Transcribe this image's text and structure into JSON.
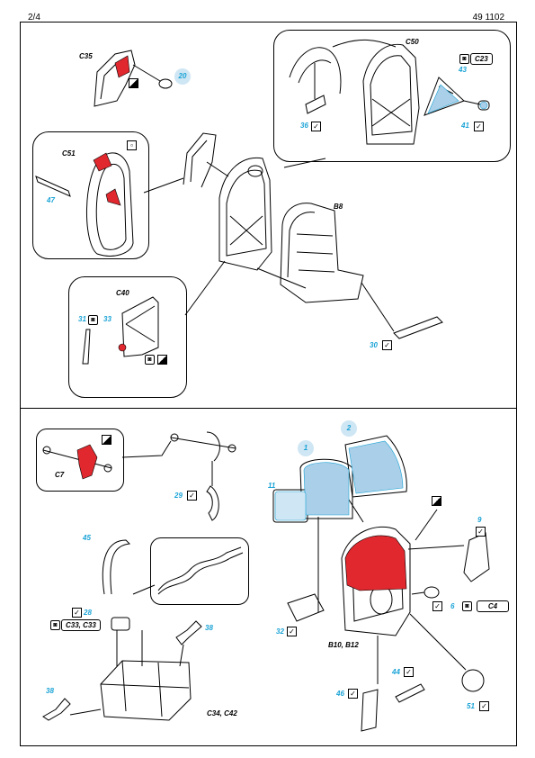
{
  "header": {
    "page": "2/4",
    "code": "49 1102"
  },
  "parts": {
    "c35": "C35",
    "c50": "C50",
    "c51": "C51",
    "c40": "C40",
    "b8": "B8",
    "c7": "C7",
    "b10_b12": "B10, B12",
    "c34_c42": "C34, C42"
  },
  "numbers": {
    "n20": "20",
    "n36": "36",
    "n43": "43",
    "n41": "41",
    "n47": "47",
    "n31": "31",
    "n33": "33",
    "n30": "30",
    "n29": "29",
    "n45": "45",
    "n28": "28",
    "n38a": "38",
    "n38b": "38",
    "n1": "1",
    "n2": "2",
    "n11": "11",
    "n9": "9",
    "n6": "6",
    "n32": "32",
    "n44": "44",
    "n46": "46",
    "n51": "51"
  },
  "tags": {
    "c23": "C23",
    "c33_c33": "C33, C33",
    "c4": "C4"
  },
  "colors": {
    "accent_blue": "#1aa3d6",
    "part_red": "#e0282e",
    "bubble": "#cfe6f4"
  }
}
